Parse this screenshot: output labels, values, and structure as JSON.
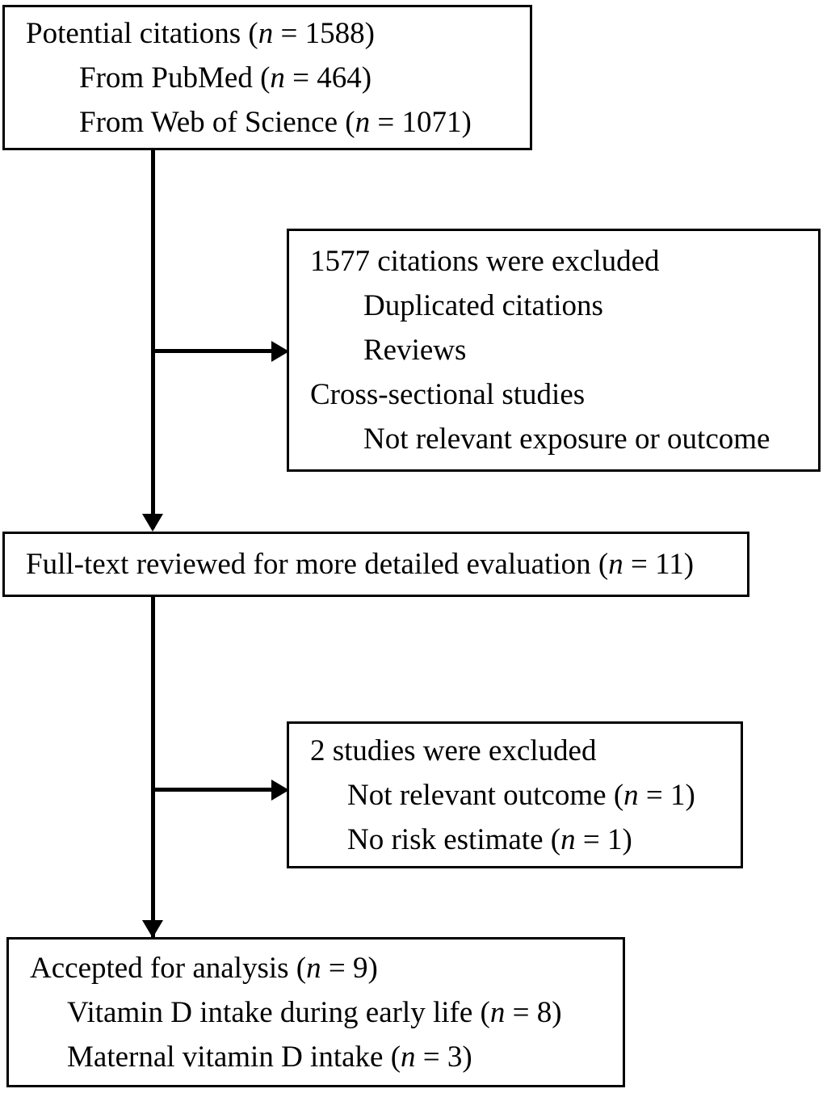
{
  "figure": {
    "type": "flow-diagram",
    "title": "Study selection flow diagram",
    "colors": {
      "border": "#000000",
      "background": "#ffffff",
      "text": "#000000"
    }
  },
  "boxes": {
    "potential_citations": {
      "name": "Potential citations",
      "lines": [
        {
          "text": "Potential citations (n = 1588)",
          "indent": "flush"
        },
        {
          "text": "From PubMed (n = 464)",
          "indent": "indent"
        },
        {
          "text": "From Web of Science (n = 1071)",
          "indent": "indent"
        }
      ]
    },
    "excluded_citations": {
      "name": "Excluded citations",
      "lines": [
        {
          "text": "1577 citations were excluded",
          "indent": "flush"
        },
        {
          "text": "Duplicated citations",
          "indent": "indent"
        },
        {
          "text": "Reviews",
          "indent": "indent"
        },
        {
          "text": "Cross-sectional studies",
          "indent": "flush"
        },
        {
          "text": "Not relevant exposure or outcome",
          "indent": "indent"
        }
      ]
    },
    "fulltext_reviewed": {
      "name": "Full-text reviewed",
      "lines": [
        {
          "text": "Full-text reviewed for more detailed evaluation (n = 11)",
          "indent": "flush"
        }
      ]
    },
    "excluded_studies": {
      "name": "Excluded studies",
      "lines": [
        {
          "text": "2 studies were excluded",
          "indent": "flush"
        },
        {
          "text": "Not relevant outcome (n = 1)",
          "indent": "indent"
        },
        {
          "text": "No risk estimate (n = 1)",
          "indent": "indent"
        }
      ]
    },
    "accepted_analysis": {
      "name": "Accepted for analysis",
      "lines": [
        {
          "text": "Accepted for analysis (n = 9)",
          "indent": "flush"
        },
        {
          "text": "Vitamin D intake during early life (n = 8)",
          "indent": "indent"
        },
        {
          "text": "Maternal vitamin D intake (n = 3)",
          "indent": "indent"
        }
      ]
    }
  },
  "counts": {
    "potential_citations_total": 1588,
    "from_pubmed": 464,
    "from_web_of_science": 1071,
    "citations_excluded": 1577,
    "fulltext_reviewed": 11,
    "studies_excluded": 2,
    "not_relevant_outcome": 1,
    "no_risk_estimate": 1,
    "accepted_for_analysis": 9,
    "vitamin_d_early_life": 8,
    "maternal_vitamin_d": 3
  },
  "connectors": [
    {
      "name": "spine-upper",
      "from": "potential_citations",
      "to": "fulltext_reviewed",
      "style": "vertical-arrow"
    },
    {
      "name": "branch-excluded-citations",
      "from": "spine-upper",
      "to": "excluded_citations",
      "style": "horizontal-arrow"
    },
    {
      "name": "spine-lower",
      "from": "fulltext_reviewed",
      "to": "accepted_analysis",
      "style": "vertical-arrow"
    },
    {
      "name": "branch-excluded-studies",
      "from": "spine-lower",
      "to": "excluded_studies",
      "style": "horizontal-arrow"
    }
  ]
}
